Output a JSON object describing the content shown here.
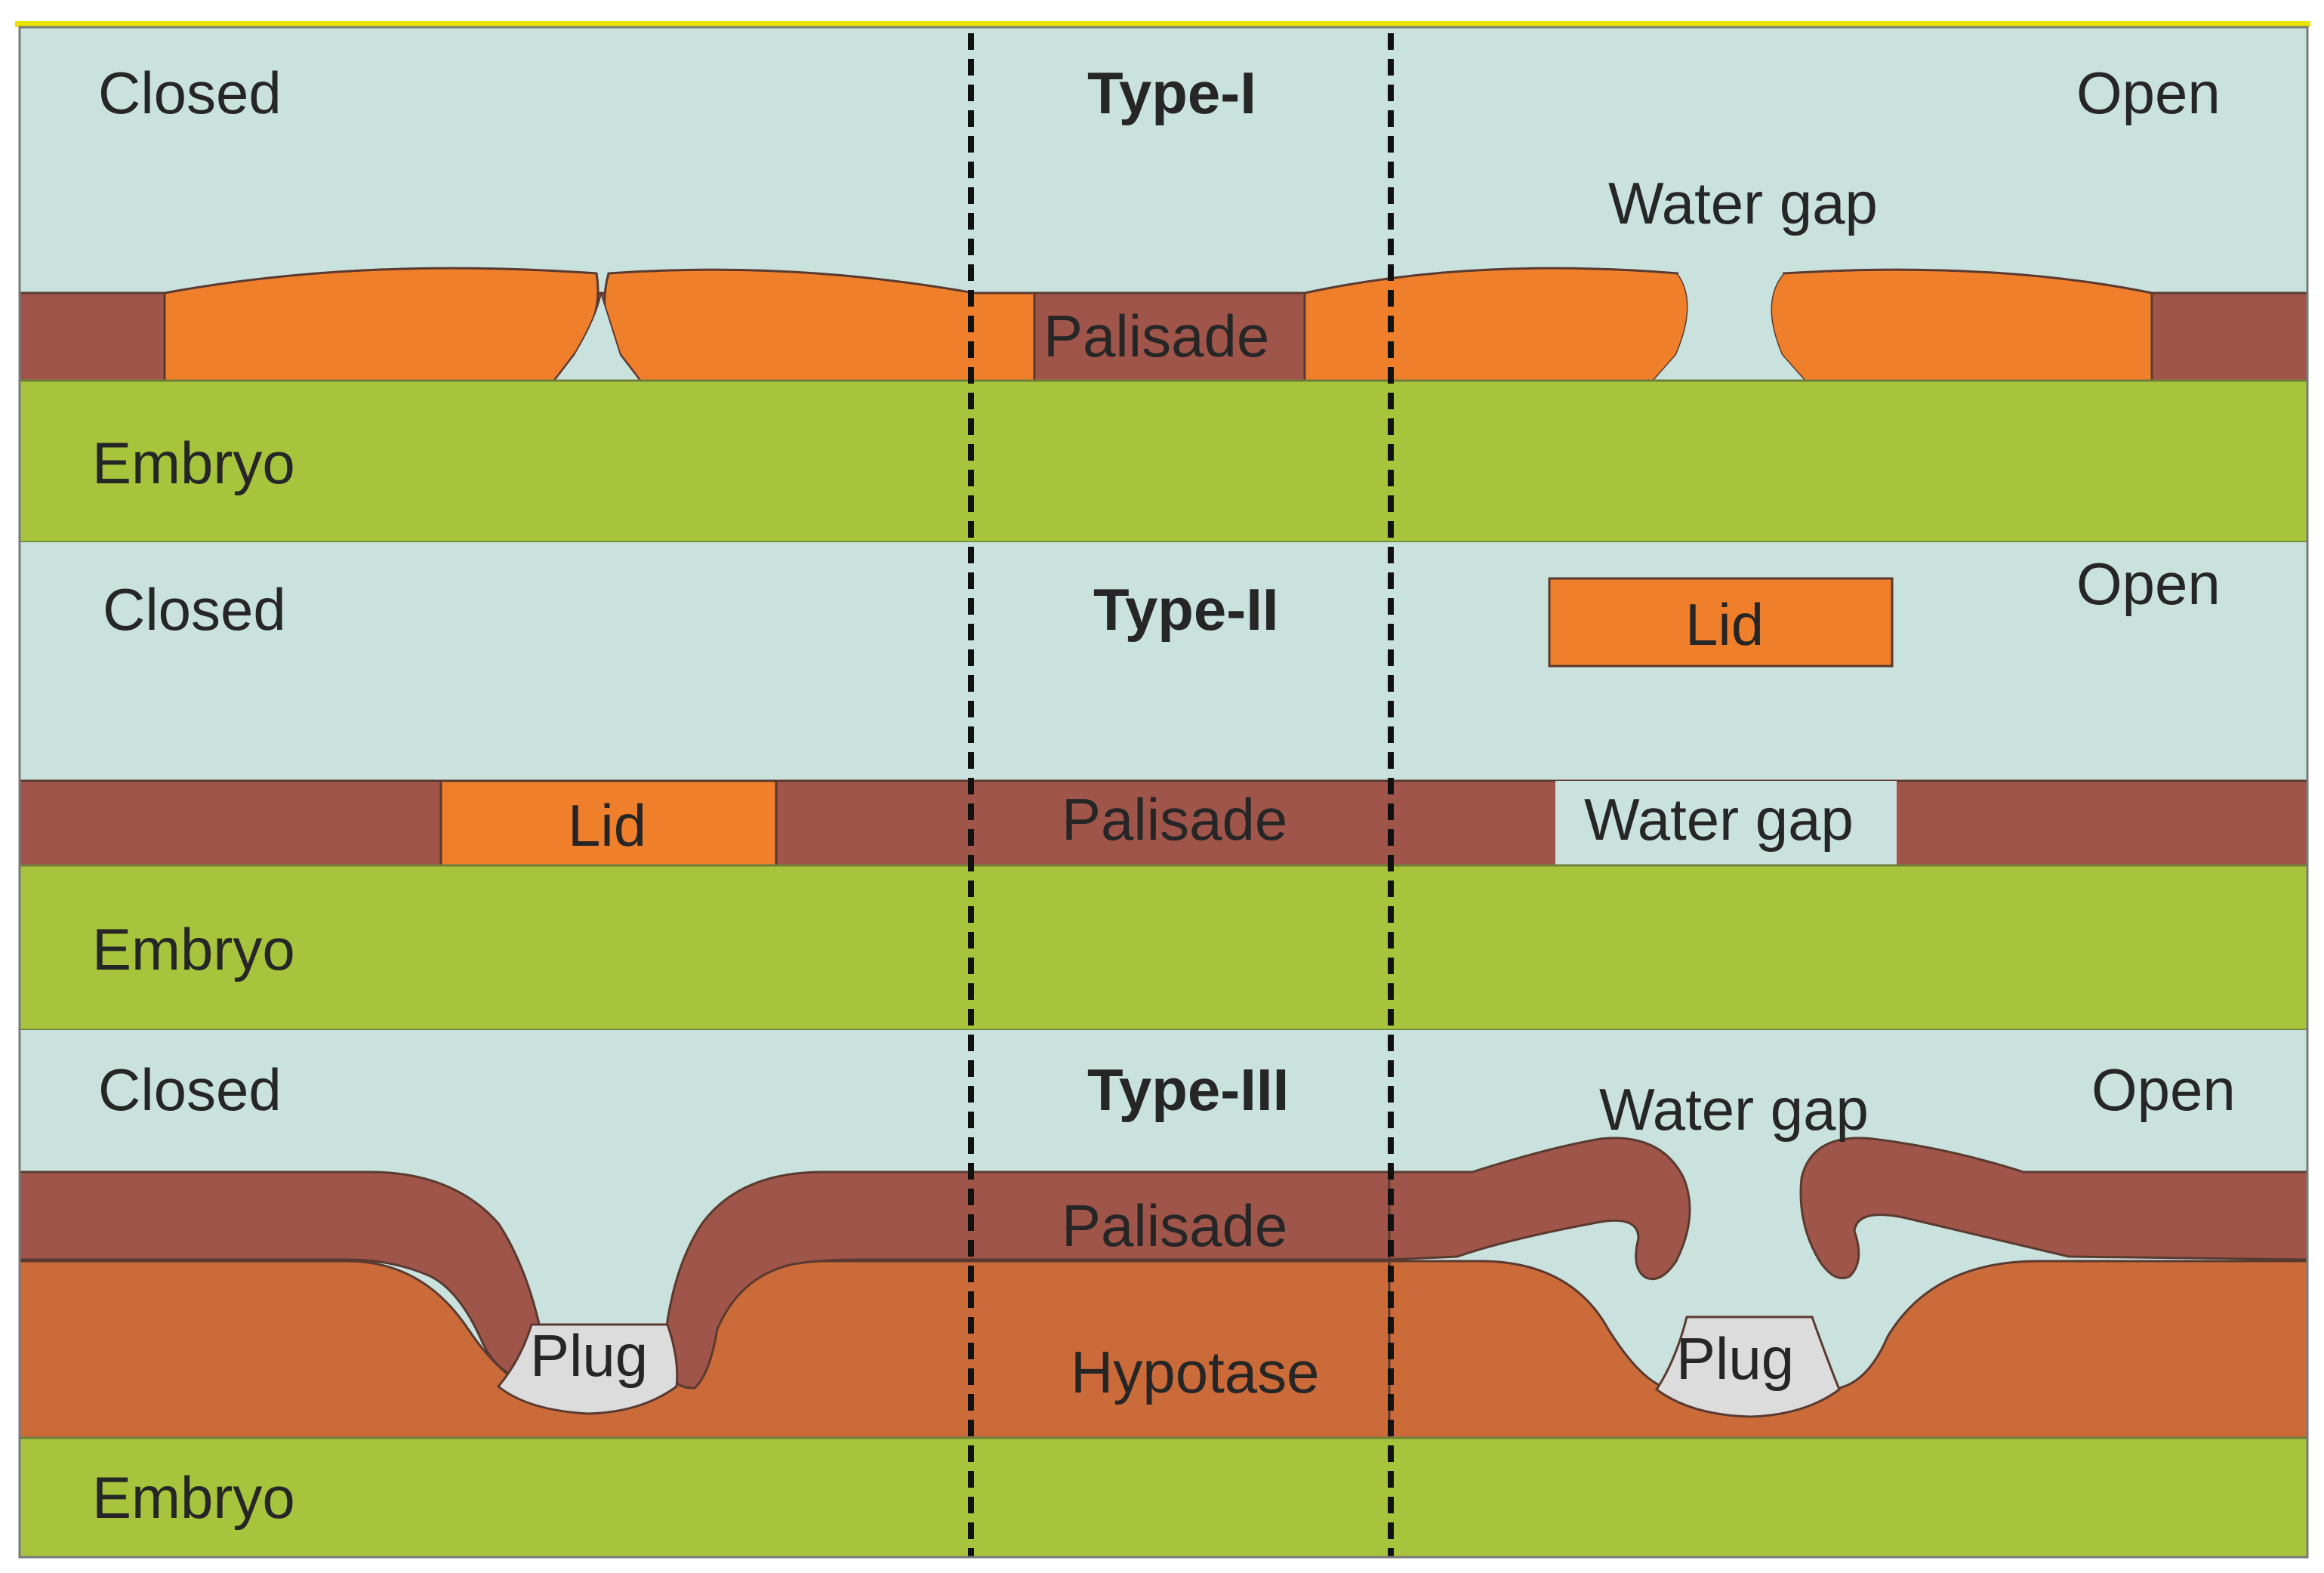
{
  "colors": {
    "sky": "#c9e2dd",
    "palisade": "#a0554a",
    "cap": "#f07f2c",
    "hypotase": "#cc6b3a",
    "embryo": "#a7c43c",
    "plug": "#dcdcdc",
    "frame_top": "#e8e400"
  },
  "type1": {
    "title": "Type-I",
    "closed": "Closed",
    "open": "Open",
    "water_gap": "Water gap",
    "palisade": "Palisade",
    "embryo": "Embryo"
  },
  "type2": {
    "title": "Type-II",
    "closed": "Closed",
    "open": "Open",
    "lid_closed": "Lid",
    "lid_open": "Lid",
    "palisade": "Palisade",
    "water_gap": "Water gap",
    "embryo": "Embryo"
  },
  "type3": {
    "title": "Type-III",
    "closed": "Closed",
    "open": "Open",
    "water_gap": "Water gap",
    "palisade": "Palisade",
    "hypotase": "Hypotase",
    "plug_closed": "Plug",
    "plug_open": "Plug",
    "embryo": "Embryo"
  }
}
